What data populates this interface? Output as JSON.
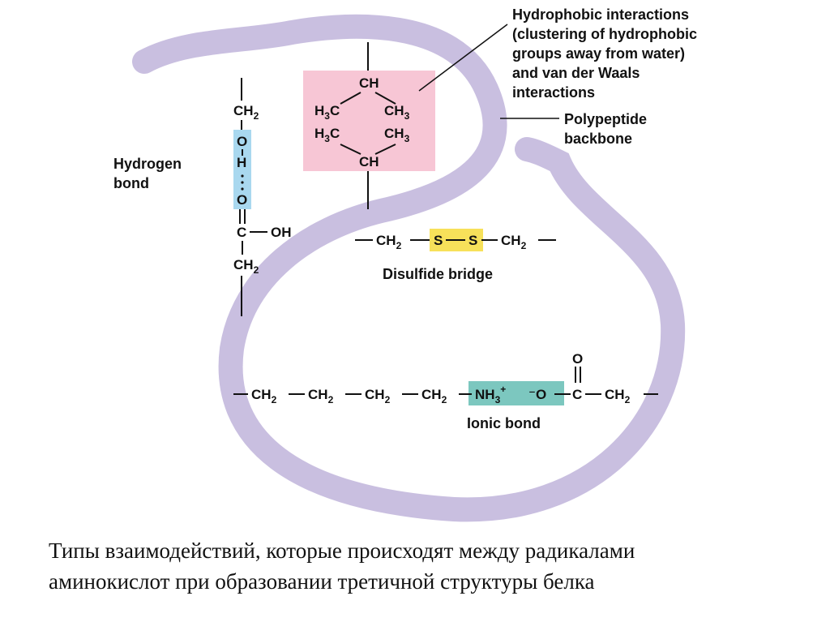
{
  "labels": {
    "hydrophobic": [
      "Hydrophobic interactions",
      "(clustering of hydrophobic",
      "groups away from water)",
      "and van der Waals",
      "interactions"
    ],
    "backbone": [
      "Polypeptide",
      "backbone"
    ],
    "hydrogen": [
      "Hydrogen",
      "bond"
    ],
    "disulfide": "Disulfide bridge",
    "ionic": "Ionic bond"
  },
  "chem": {
    "ch": "CH",
    "ch3": "CH",
    "h3c": "H",
    "c": "C",
    "ch2": "CH",
    "o": "O",
    "h": "H",
    "oh": "OH",
    "s": "S",
    "nh3": "NH",
    "minus_o": "⁻O",
    "plus": "+",
    "sub2": "2",
    "sub3": "3"
  },
  "caption": [
    "Типы взаимодействий, которые происходят между радикалами",
    "аминокислот при образовании третичной структуры белка"
  ],
  "colors": {
    "backbone": "#c9bfe0",
    "hydrophobic_box": "#f7c6d5",
    "hydrogen_box": "#a9d8ef",
    "disulfide_box": "#f7e15a",
    "ionic_box": "#7cc7bf"
  }
}
